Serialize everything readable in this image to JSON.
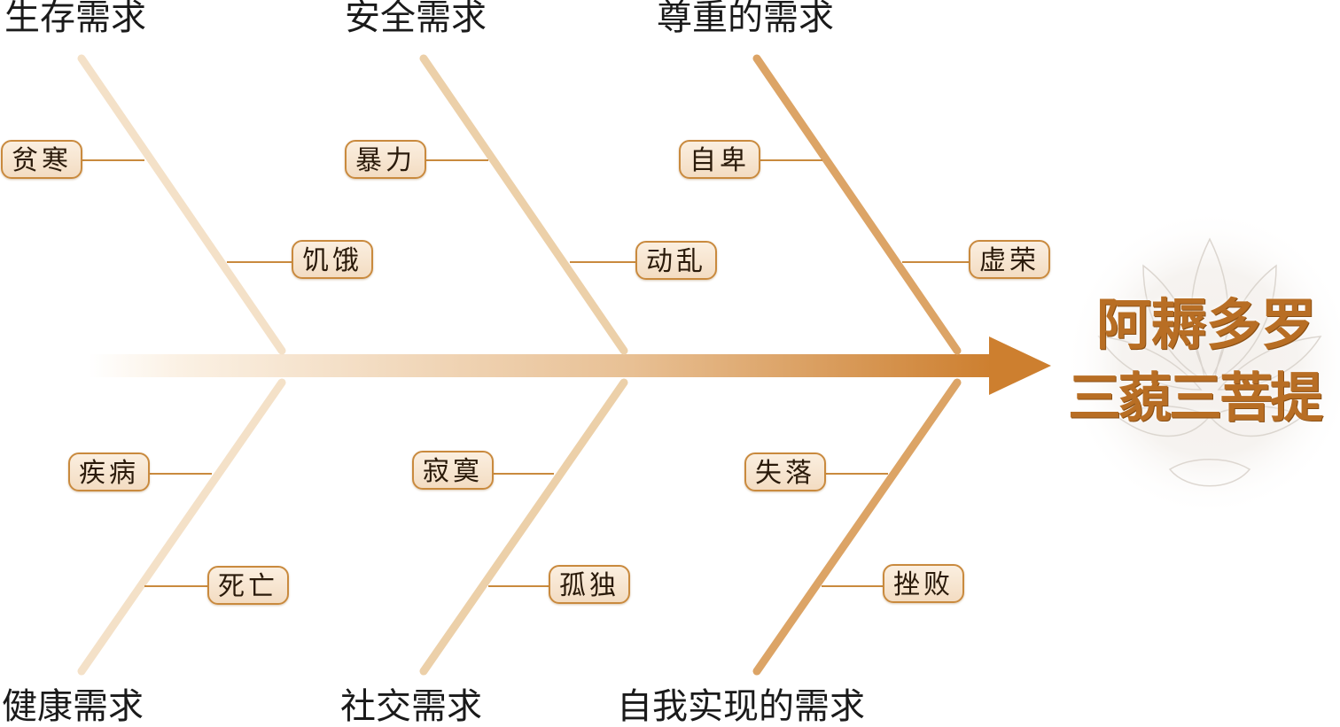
{
  "categories": {
    "survival": "生存需求",
    "safety": "安全需求",
    "esteem": "尊重的需求",
    "health": "健康需求",
    "social": "社交需求",
    "self_actualization": "自我实现的需求"
  },
  "causes": {
    "poverty": "贫寒",
    "hunger": "饥饿",
    "violence": "暴力",
    "turmoil": "动乱",
    "inferiority": "自卑",
    "vanity": "虚荣",
    "illness": "疾病",
    "death": "死亡",
    "solitude": "寂寞",
    "loneliness": "孤独",
    "loss": "失落",
    "failure": "挫败"
  },
  "goal": {
    "line1": "阿耨多罗",
    "line2": "三藐三菩提"
  },
  "colors": {
    "spine_start": "#fbf1e4",
    "spine_end": "#cd7f2f",
    "bone_light": "#f4e1c8",
    "bone_mid": "#ecd0a9",
    "bone_dark": "#dca466",
    "connector": "#c98a3e",
    "goal_text": "#b86e24"
  }
}
